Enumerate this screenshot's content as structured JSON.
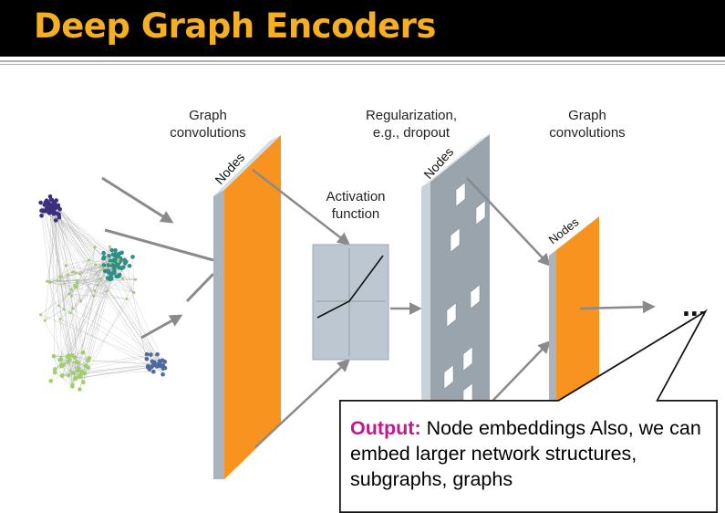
{
  "title": "Deep Graph Encoders",
  "labels": {
    "conv1": [
      "Graph",
      "convolutions"
    ],
    "activation": [
      "Activation",
      "function"
    ],
    "regularization": [
      "Regularization,",
      "e.g., dropout"
    ],
    "conv2": [
      "Graph",
      "convolutions"
    ],
    "nodes": "Nodes",
    "ellipsis": "..."
  },
  "callout": {
    "highlight": "Output:",
    "text": " Node embeddings Also, we can embed larger network structures,  subgraphs, graphs"
  },
  "colors": {
    "title": "#f5b021",
    "orange": "#f7931e",
    "slab_gray": "#9aa4ad",
    "highlight": "#c4168e",
    "cluster_purple": "#3d2f7f",
    "cluster_teal": "#2e8f86",
    "cluster_green": "#9fcf6b",
    "cluster_blue": "#4a6aa0"
  }
}
